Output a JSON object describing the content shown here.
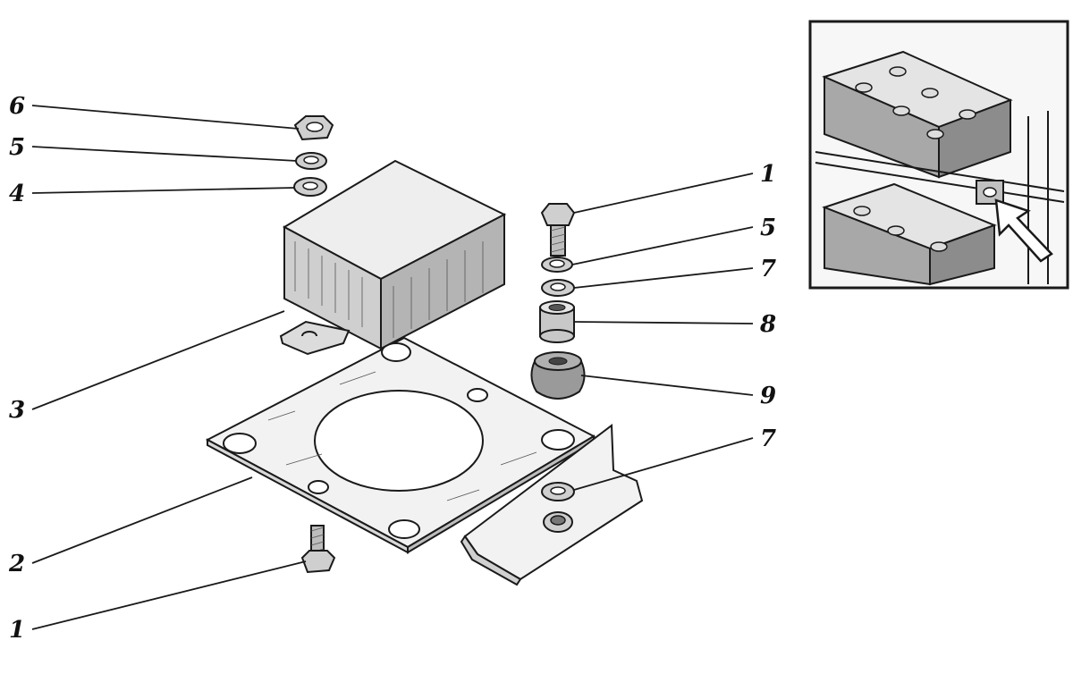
{
  "callouts": [
    {
      "id": "c6",
      "label": "6"
    },
    {
      "id": "c5a",
      "label": "5"
    },
    {
      "id": "c4",
      "label": "4"
    },
    {
      "id": "c3",
      "label": "3"
    },
    {
      "id": "c2",
      "label": "2"
    },
    {
      "id": "c1a",
      "label": "1"
    },
    {
      "id": "c1b",
      "label": "1"
    },
    {
      "id": "c5b",
      "label": "5"
    },
    {
      "id": "c7a",
      "label": "7"
    },
    {
      "id": "c8",
      "label": "8"
    },
    {
      "id": "c9",
      "label": "9"
    },
    {
      "id": "c7b",
      "label": "7"
    }
  ],
  "colors": {
    "ink": "#1a1a1a",
    "paper": "#ffffff",
    "shade": "#9a9a9a"
  }
}
